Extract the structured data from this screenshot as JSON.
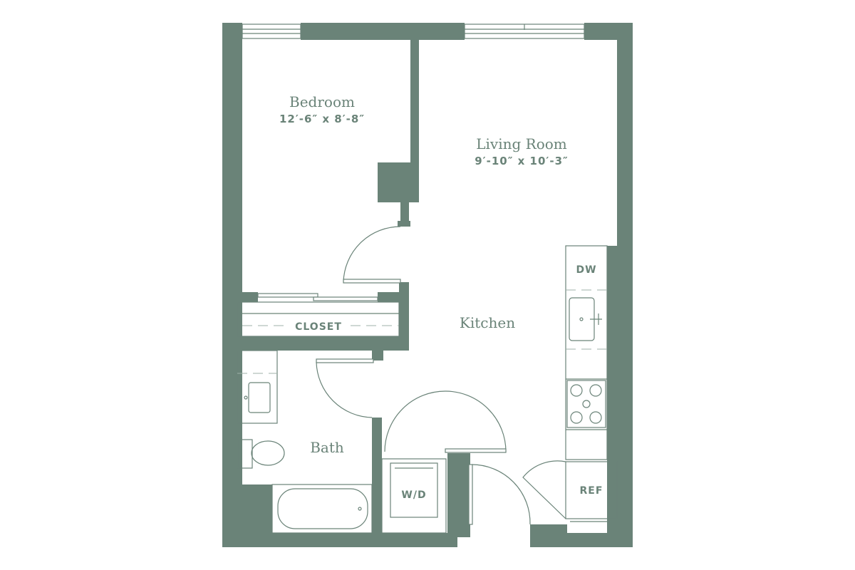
{
  "colors": {
    "wall": "#6a8378",
    "background": "#ffffff"
  },
  "rooms": {
    "bedroom": {
      "name": "Bedroom",
      "dimensions": "12′-6″ x 8′-8″"
    },
    "living_room": {
      "name": "Living Room",
      "dimensions": "9′-10″ x 10′-3″"
    },
    "kitchen": {
      "name": "Kitchen"
    },
    "bath": {
      "name": "Bath"
    }
  },
  "fixtures": {
    "closet": "CLOSET",
    "dishwasher": "DW",
    "washer_dryer": "W/D",
    "refrigerator": "REF"
  }
}
